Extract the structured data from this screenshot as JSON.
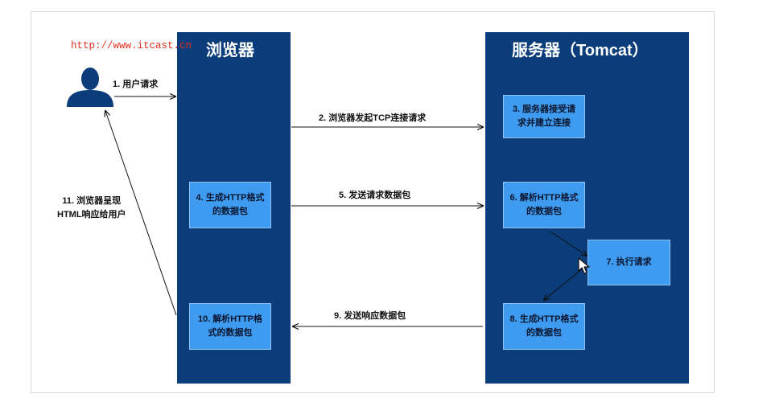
{
  "watermark": "http://www.itcast.cn",
  "browser": {
    "title": "浏览器"
  },
  "server": {
    "title": "服务器（Tomcat）"
  },
  "steps": {
    "s1": "1. 用户请求",
    "s2": "2. 浏览器发起TCP连接请求",
    "s3_l1": "3. 服务器接受请",
    "s3_l2": "求并建立连接",
    "s4_l1": "4. 生成HTTP格式",
    "s4_l2": "的数据包",
    "s5": "5. 发送请求数据包",
    "s6_l1": "6. 解析HTTP格式",
    "s6_l2": "的数据包",
    "s7": "7. 执行请求",
    "s8_l1": "8. 生成HTTP格式",
    "s8_l2": "的数据包",
    "s9": "9. 发送响应数据包",
    "s10_l1": "10. 解析HTTP格",
    "s10_l2": "式的数据包",
    "s11_l1": "11. 浏览器呈现",
    "s11_l2": "HTML响应给用户"
  },
  "colors": {
    "column": "#0b3d7a",
    "box": "#3f9bef",
    "watermark": "#e0311f"
  },
  "icons": {
    "user": "user-silhouette-icon",
    "cursor": "mouse-pointer-icon"
  }
}
